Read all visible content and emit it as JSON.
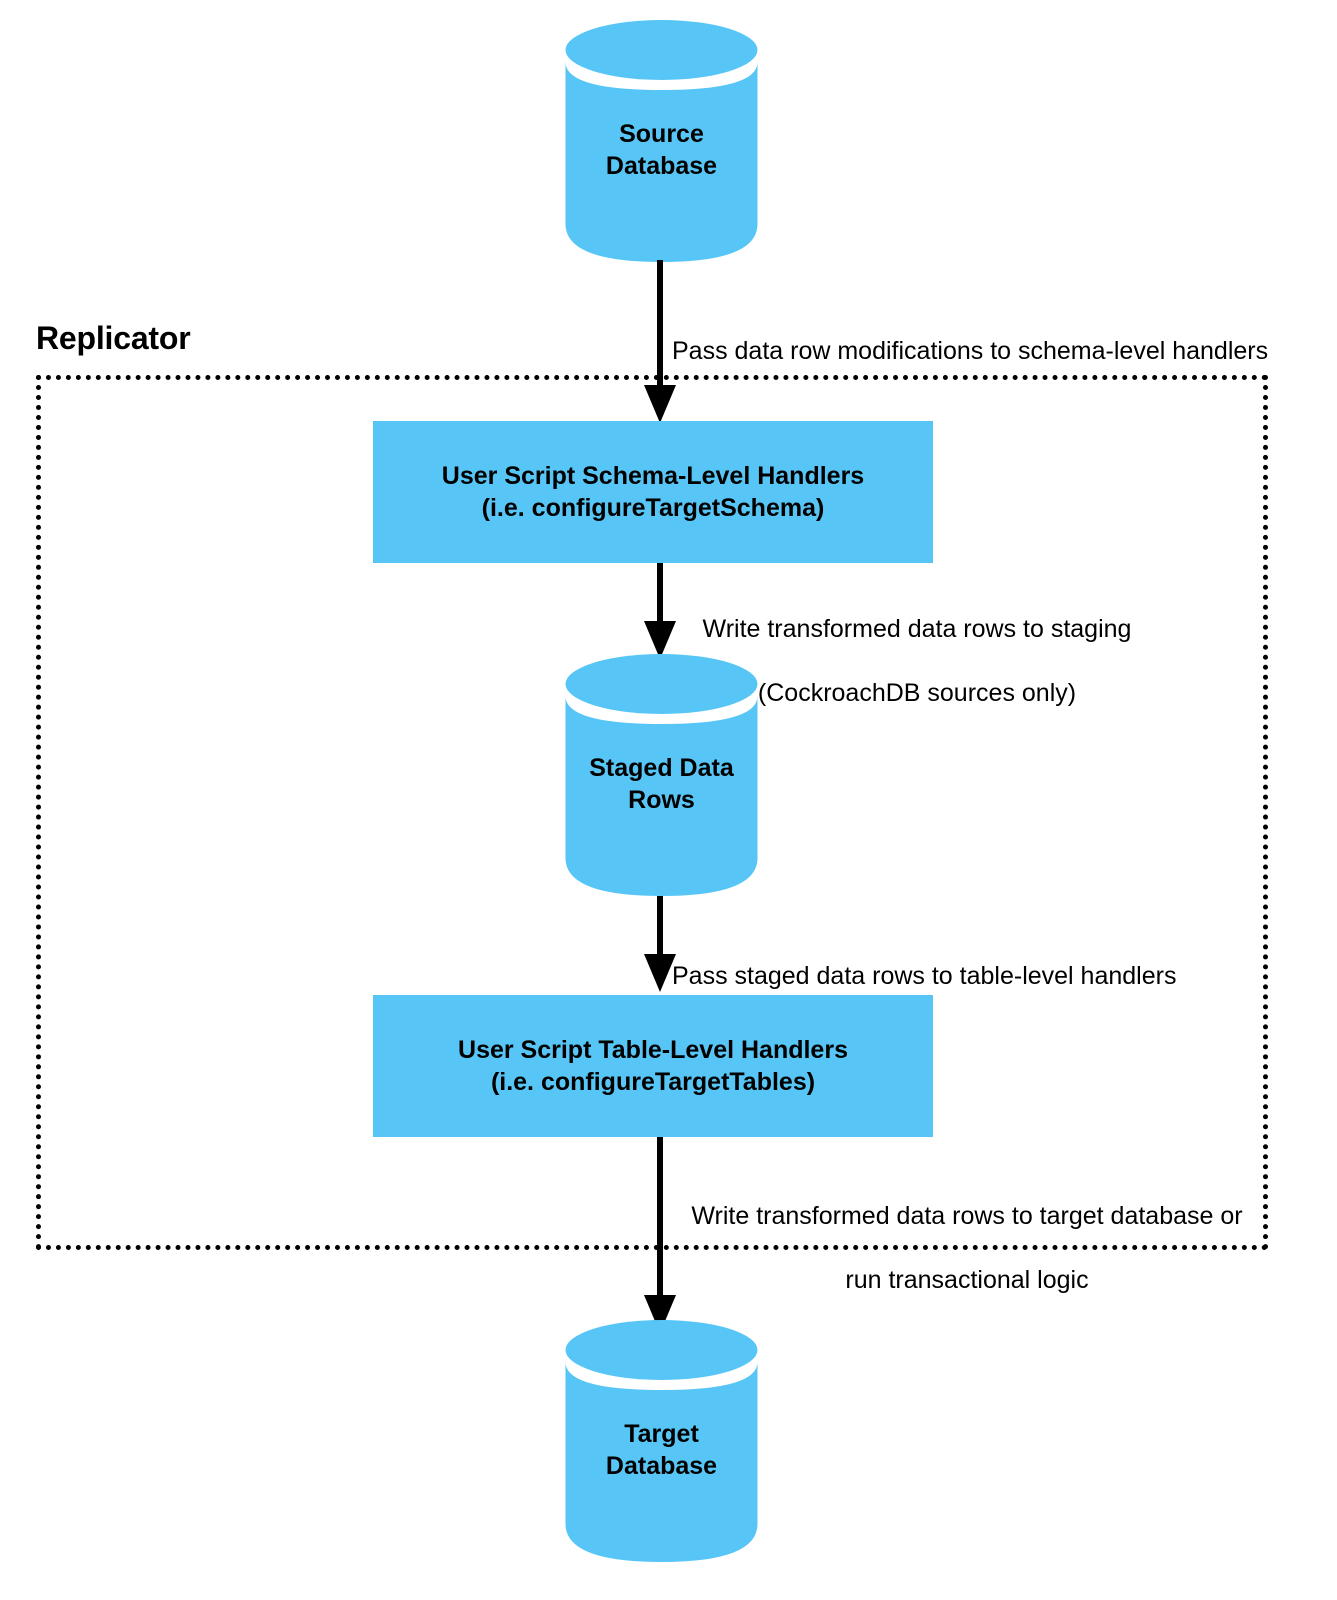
{
  "diagram": {
    "title": "Replicator data flow",
    "container": {
      "label": "Replicator",
      "border_style": "dotted",
      "border_color": "#000000"
    },
    "colors": {
      "node_fill": "#57c6f6",
      "text": "#000000",
      "arrow": "#000000",
      "background": "#ffffff"
    },
    "nodes": [
      {
        "id": "source-database",
        "shape": "cylinder",
        "label_line1": "Source",
        "label_line2": "Database"
      },
      {
        "id": "schema-level-handlers",
        "shape": "rectangle",
        "label_line1": "User Script Schema-Level Handlers",
        "label_line2": "(i.e. configureTargetSchema)"
      },
      {
        "id": "staged-data-rows",
        "shape": "cylinder",
        "label_line1": "Staged Data",
        "label_line2": "Rows"
      },
      {
        "id": "table-level-handlers",
        "shape": "rectangle",
        "label_line1": "User Script Table-Level Handlers",
        "label_line2": "(i.e. configureTargetTables)"
      },
      {
        "id": "target-database",
        "shape": "cylinder",
        "label_line1": "Target",
        "label_line2": "Database"
      }
    ],
    "edges": [
      {
        "id": "edge-source-to-schema-handlers",
        "from": "source-database",
        "to": "schema-level-handlers",
        "label_line1": "Pass data row modifications to schema-level handlers",
        "label_line2": ""
      },
      {
        "id": "edge-schema-handlers-to-staged",
        "from": "schema-level-handlers",
        "to": "staged-data-rows",
        "label_line1": "Write transformed data rows to staging",
        "label_line2": "(CockroachDB sources only)"
      },
      {
        "id": "edge-staged-to-table-handlers",
        "from": "staged-data-rows",
        "to": "table-level-handlers",
        "label_line1": "Pass staged data rows to table-level handlers",
        "label_line2": ""
      },
      {
        "id": "edge-table-handlers-to-target",
        "from": "table-level-handlers",
        "to": "target-database",
        "label_line1": "Write transformed data rows to target database or",
        "label_line2": "run transactional logic"
      }
    ]
  }
}
